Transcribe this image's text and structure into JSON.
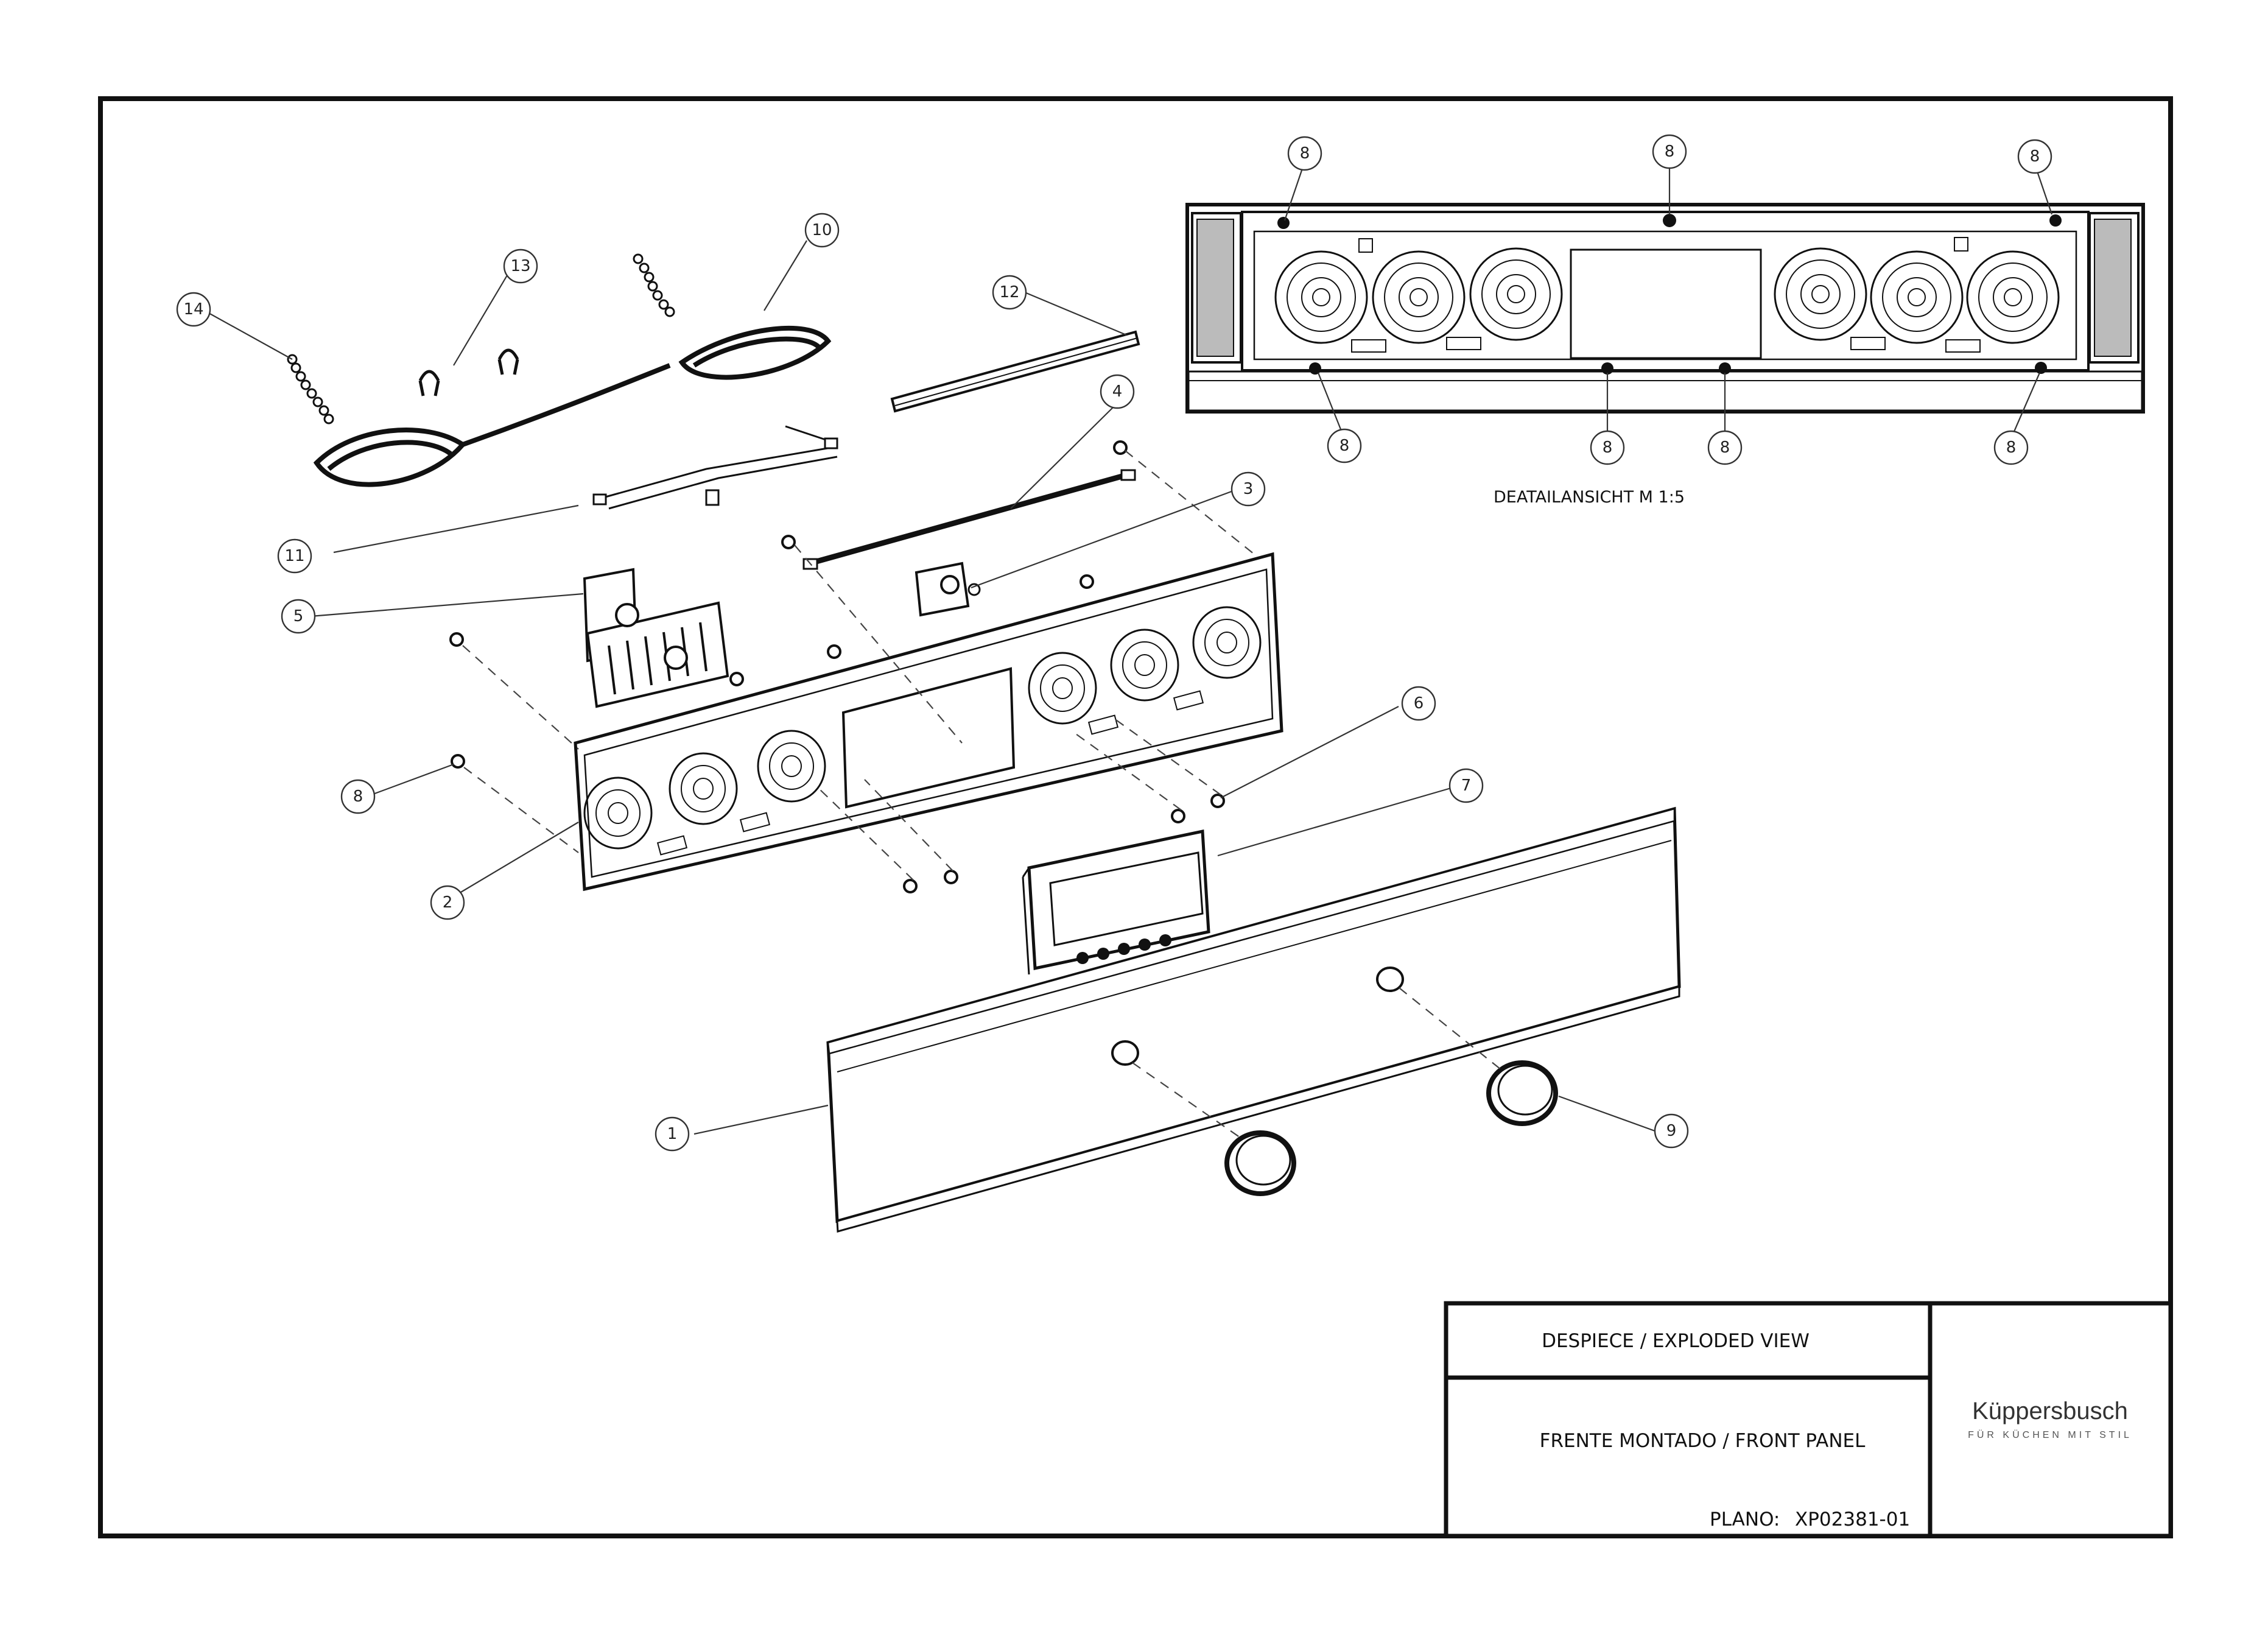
{
  "title_block": {
    "title_1": "DESPIECE / EXPLODED VIEW",
    "title_2": "FRENTE MONTADO / FRONT PANEL",
    "plano_label": "PLANO:",
    "plano_value": "XP02381-01"
  },
  "brand": {
    "name": "Küppersbusch",
    "tagline": "FÜR KÜCHEN MIT STIL"
  },
  "detail_view": {
    "caption": "DEATAILANSICHT M 1:5"
  },
  "part_numbers": [
    "1",
    "2",
    "3",
    "4",
    "5",
    "6",
    "7",
    "8",
    "9",
    "10",
    "11",
    "12",
    "13",
    "14"
  ]
}
